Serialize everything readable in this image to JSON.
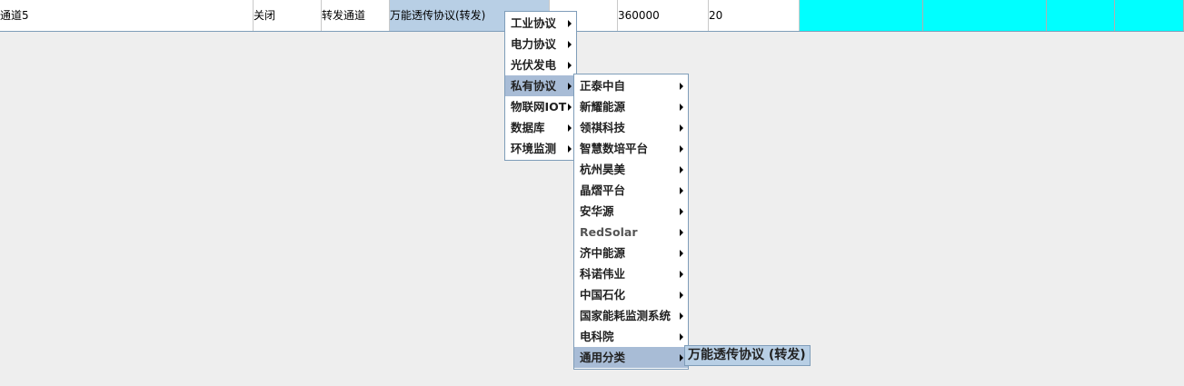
{
  "table": {
    "row": {
      "channel_name": "通道5",
      "status": "关闭",
      "channel_type": "转发通道",
      "protocol": "万能透传协议(转发)",
      "empty1": "",
      "value1": "360000",
      "value2": "20"
    }
  },
  "menu1": {
    "items": [
      {
        "label": "工业协议"
      },
      {
        "label": "电力协议"
      },
      {
        "label": "光伏发电"
      },
      {
        "label": "私有协议"
      },
      {
        "label": "物联网IOT"
      },
      {
        "label": "数据库"
      },
      {
        "label": "环境监测"
      }
    ]
  },
  "menu2": {
    "items": [
      {
        "label": "正泰中自"
      },
      {
        "label": "新耀能源"
      },
      {
        "label": "领祺科技"
      },
      {
        "label": "智慧数培平台"
      },
      {
        "label": "杭州昊美"
      },
      {
        "label": "晶熠平台"
      },
      {
        "label": "安华源"
      },
      {
        "label": "RedSolar"
      },
      {
        "label": "济中能源"
      },
      {
        "label": "科诺伟业"
      },
      {
        "label": "中国石化"
      },
      {
        "label": "国家能耗监测系统"
      },
      {
        "label": "电科院"
      },
      {
        "label": "通用分类"
      }
    ]
  },
  "menu3": {
    "items": [
      {
        "label": "万能透传协议 (转发)"
      }
    ]
  },
  "colors": {
    "selected_cell": "#b8cfe5",
    "cyan_cell": "#00ffff",
    "menu_highlight": "#a8bcd6",
    "menu_border": "#7f9db9"
  }
}
